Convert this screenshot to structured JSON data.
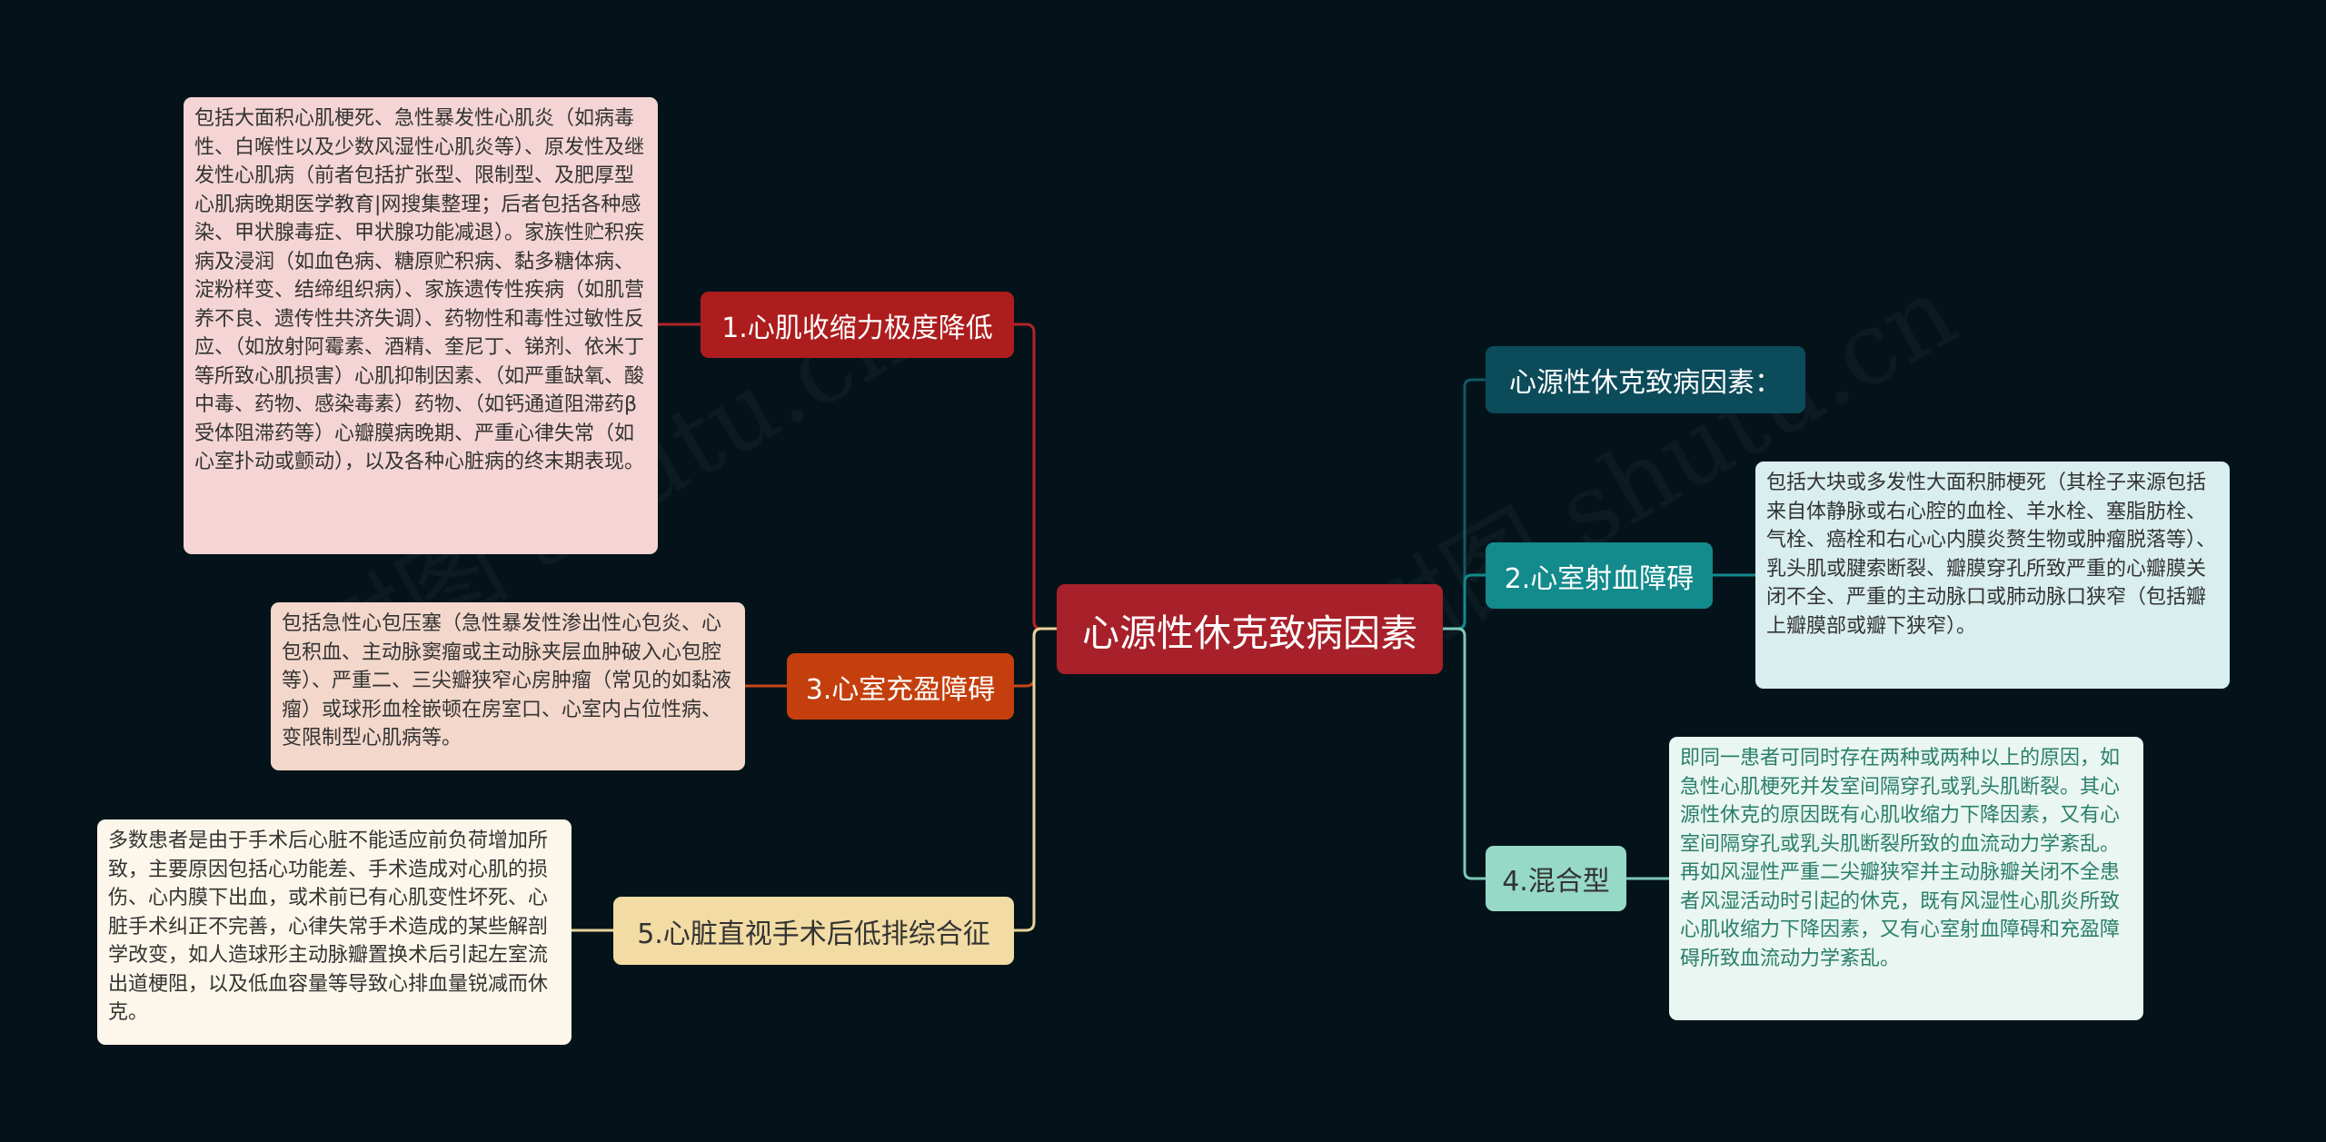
{
  "colors": {
    "background": "#04131a",
    "center": "#a8202a",
    "branch_1": "#ad1d1d",
    "branch_3": "#c43f0d",
    "branch_5": "#f2dca4",
    "branch_right_title": "#0c4b5a",
    "branch_2": "#138a8c",
    "branch_4": "#96d9c6"
  },
  "center": {
    "label": "心源性休克致病因素"
  },
  "left_branches": [
    {
      "label": "1.心肌收缩力极度降低",
      "detail": "包括大面积心肌梗死、急性暴发性心肌炎（如病毒性、白喉性以及少数风湿性心肌炎等）、原发性及继发性心肌病（前者包括扩张型、限制型、及肥厚型心肌病晚期医学教育|网搜集整理；后者包括各种感染、甲状腺毒症、甲状腺功能减退）。家族性贮积疾病及浸润（如血色病、糖原贮积病、黏多糖体病、淀粉样变、结缔组织病）、家族遗传性疾病（如肌营养不良、遗传性共济失调）、药物性和毒性过敏性反应、（如放射阿霉素、酒精、奎尼丁、锑剂、依米丁等所致心肌损害）心肌抑制因素、（如严重缺氧、酸中毒、药物、感染毒素）药物、（如钙通道阻滞药β受体阻滞药等）心瓣膜病晚期、严重心律失常（如心室扑动或颤动），以及各种心脏病的终末期表现。"
    },
    {
      "label": "3.心室充盈障碍",
      "detail": "包括急性心包压塞（急性暴发性渗出性心包炎、心包积血、主动脉窦瘤或主动脉夹层血肿破入心包腔等）、严重二、三尖瓣狭窄心房肿瘤（常见的如黏液瘤）或球形血栓嵌顿在房室口、心室内占位性病、变限制型心肌病等。"
    },
    {
      "label": "5.心脏直视手术后低排综合征",
      "detail": "多数患者是由于手术后心脏不能适应前负荷增加所致，主要原因包括心功能差、手术造成对心肌的损伤、心内膜下出血，或术前已有心肌变性坏死、心脏手术纠正不完善，心律失常手术造成的某些解剖学改变，如人造球形主动脉瓣置换术后引起左室流出道梗阻，以及低血容量等导致心排血量锐减而休克。"
    }
  ],
  "right_branches": [
    {
      "label": "心源性休克致病因素："
    },
    {
      "label": "2.心室射血障碍",
      "detail": "包括大块或多发性大面积肺梗死（其栓子来源包括来自体静脉或右心腔的血栓、羊水栓、塞脂肪栓、气栓、癌栓和右心心内膜炎赘生物或肿瘤脱落等）、乳头肌或腱索断裂、瓣膜穿孔所致严重的心瓣膜关闭不全、严重的主动脉口或肺动脉口狭窄（包括瓣上瓣膜部或瓣下狭窄）。"
    },
    {
      "label": "4.混合型",
      "detail": "即同一患者可同时存在两种或两种以上的原因，如急性心肌梗死并发室间隔穿孔或乳头肌断裂。其心源性休克的原因既有心肌收缩力下降因素，又有心室间隔穿孔或乳头肌断裂所致的血流动力学紊乱。再如风湿性严重二尖瓣狭窄并主动脉瓣关闭不全患者风湿活动时引起的休克，既有风湿性心肌炎所致心肌收缩力下降因素，又有心室射血障碍和充盈障碍所致血流动力学紊乱。"
    }
  ],
  "watermarks": [
    "树图 shutu.cn",
    "树图 shutu.cn"
  ]
}
